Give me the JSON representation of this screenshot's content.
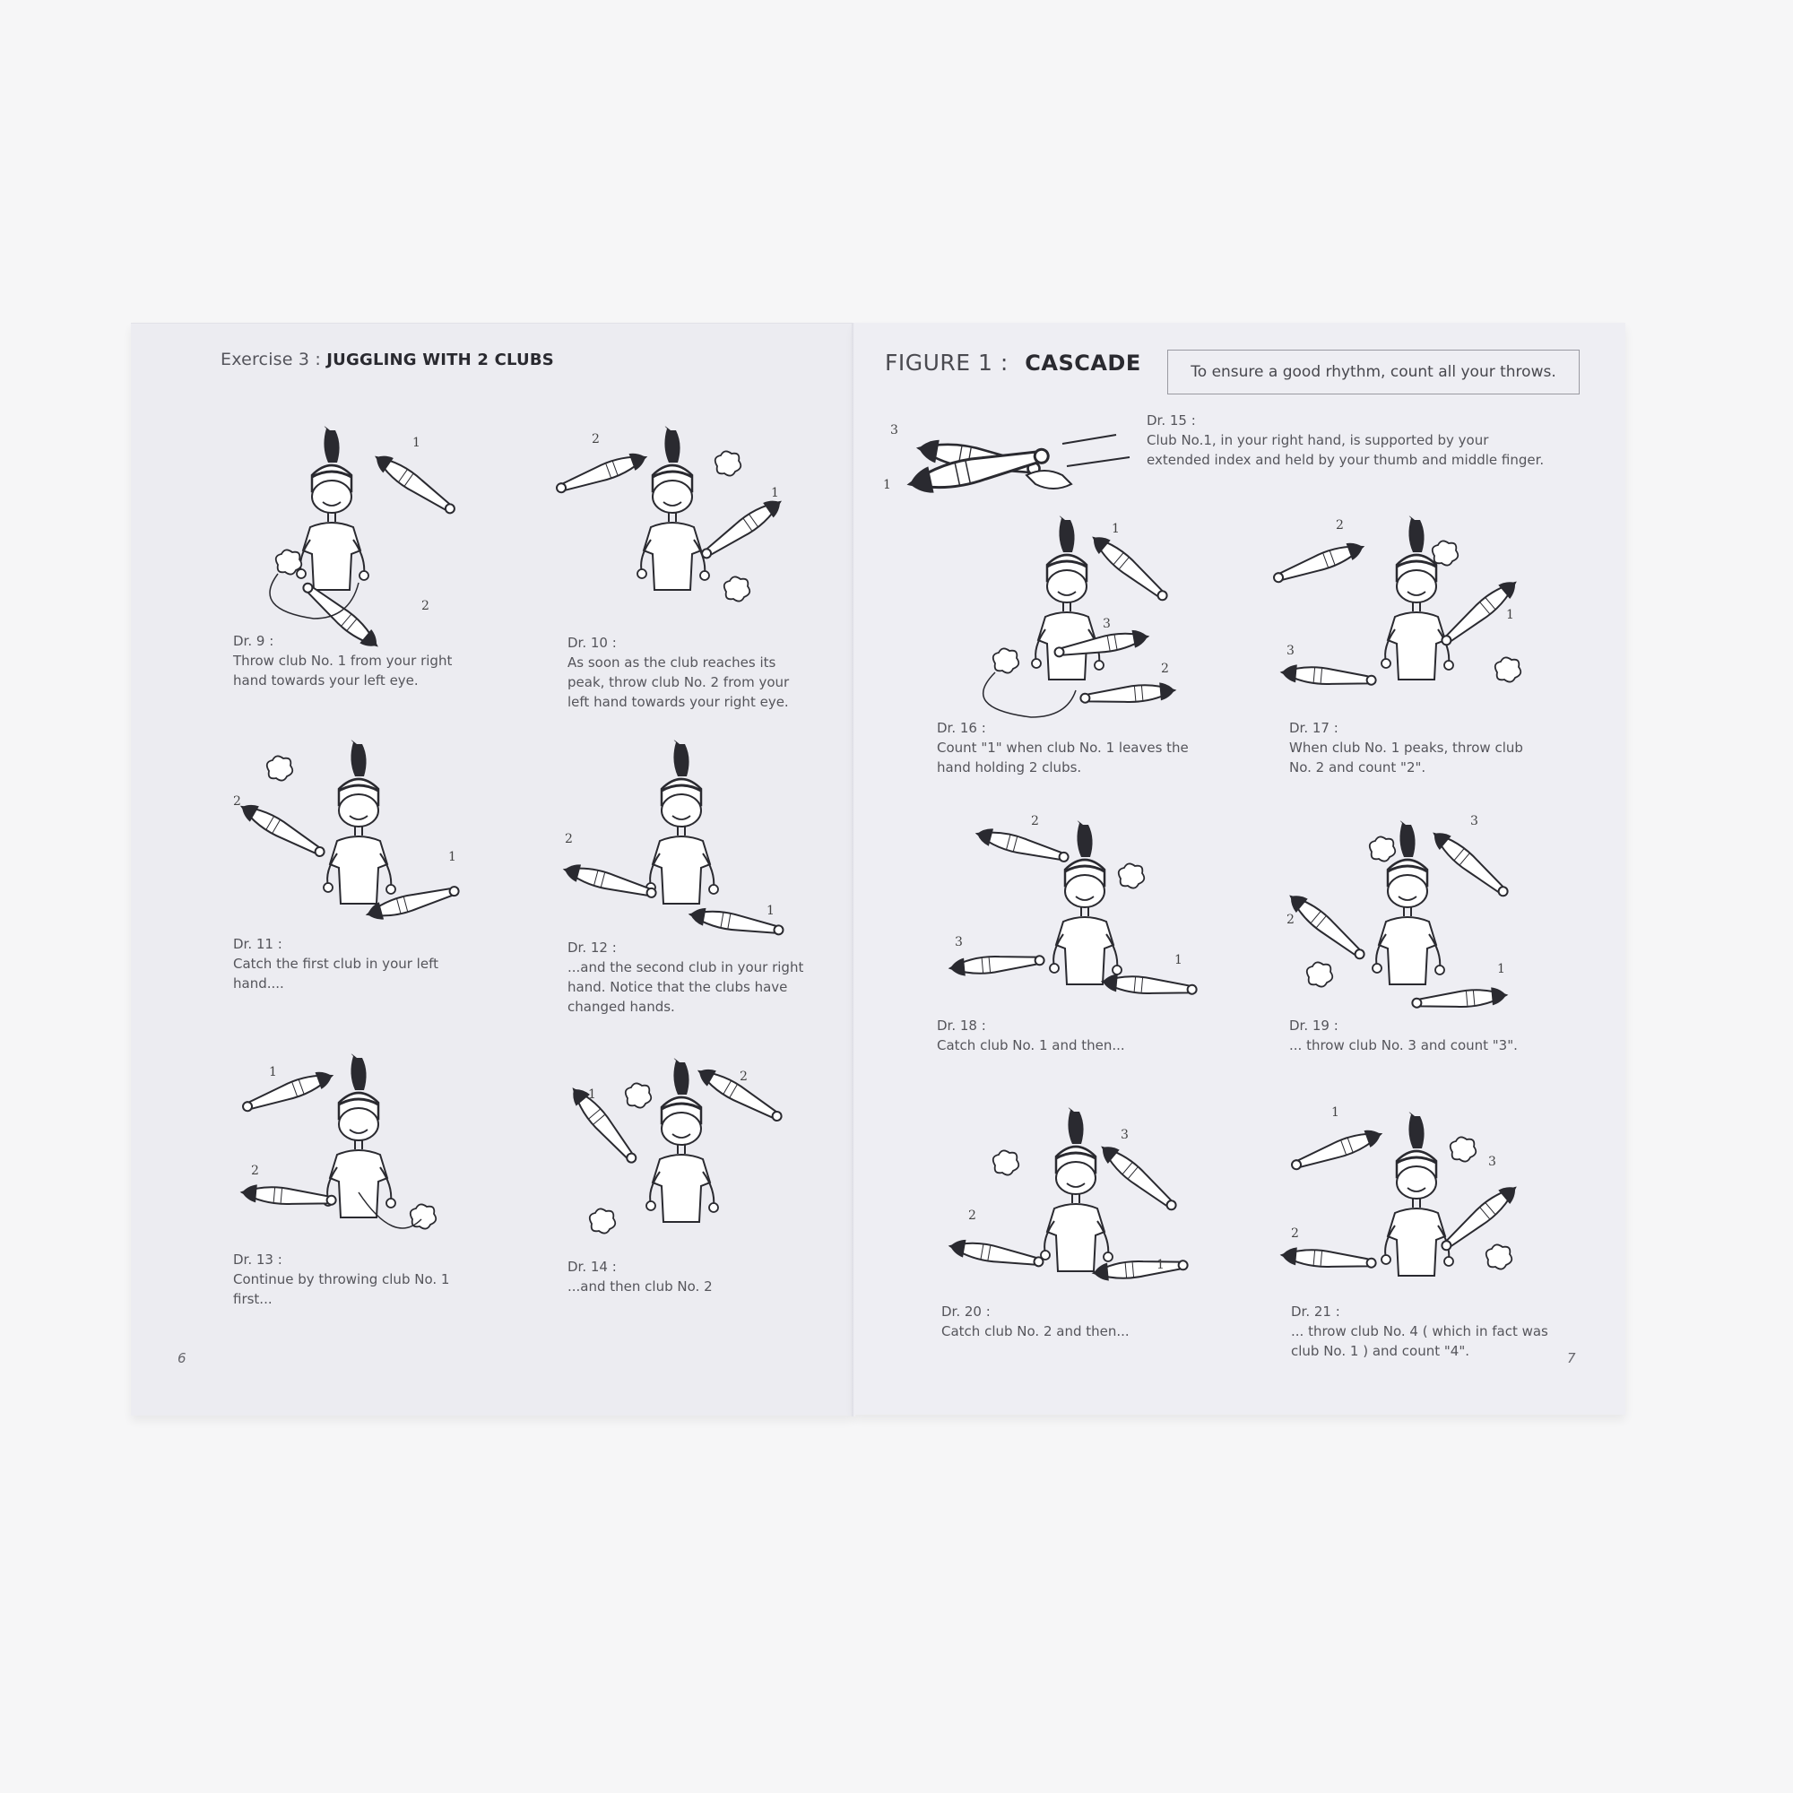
{
  "booklet": {
    "left_page": {
      "heading_prefix": "Exercise 3 :",
      "heading_title": "JUGGLING WITH 2 CLUBS",
      "page_number": "6",
      "drawings": [
        {
          "id": "Dr. 9 :",
          "text": "Throw club No. 1 from your right hand towards your left eye.",
          "labels": [
            "1",
            "2"
          ]
        },
        {
          "id": "Dr. 10 :",
          "text": "As soon as the club reaches its peak, throw club No. 2  from your left hand towards your right eye.",
          "labels": [
            "2",
            "1"
          ]
        },
        {
          "id": "Dr. 11 :",
          "text": "Catch the first club in your left hand....",
          "labels": [
            "2",
            "1"
          ]
        },
        {
          "id": "Dr. 12 :",
          "text": "...and the second club in your right hand. Notice that the clubs have changed hands.",
          "labels": [
            "2",
            "1"
          ]
        },
        {
          "id": "Dr. 13 :",
          "text": "Continue by throwing club No. 1 first...",
          "labels": [
            "1",
            "2"
          ]
        },
        {
          "id": "Dr. 14 :",
          "text": "...and then club No. 2",
          "labels": [
            "1",
            "2"
          ]
        }
      ]
    },
    "right_page": {
      "heading_prefix": "FIGURE 1 :",
      "heading_title": "CASCADE",
      "tip": "To ensure a good rhythm, count all your throws.",
      "page_number": "7",
      "grip": {
        "id": "Dr. 15 :",
        "text": "Club No.1, in your right hand, is supported by your extended index and held by your thumb and middle finger.",
        "labels": [
          "3",
          "1"
        ]
      },
      "drawings": [
        {
          "id": "Dr. 16 :",
          "text": "Count \"1\" when club No. 1 leaves the hand holding 2 clubs.",
          "labels": [
            "1",
            "3",
            "2"
          ]
        },
        {
          "id": "Dr. 17 :",
          "text": "When club No. 1 peaks, throw club No. 2 and count \"2\".",
          "labels": [
            "2",
            "3",
            "1"
          ]
        },
        {
          "id": "Dr. 18 :",
          "text": "Catch club No. 1 and then...",
          "labels": [
            "2",
            "3",
            "1"
          ]
        },
        {
          "id": "Dr. 19 :",
          "text": "... throw club No. 3 and count \"3\".",
          "labels": [
            "3",
            "2",
            "1"
          ]
        },
        {
          "id": "Dr. 20 :",
          "text": "Catch club No. 2 and then...",
          "labels": [
            "3",
            "2",
            "1"
          ]
        },
        {
          "id": "Dr. 21 :",
          "text": "... throw club No. 4 ( which in fact was club No. 1 ) and count \"4\".",
          "labels": [
            "1",
            "3",
            "2"
          ]
        }
      ]
    }
  },
  "colors": {
    "background": "#f6f6f7",
    "page": "#ececf1",
    "ink": "#2a2a30",
    "text": "#55555b"
  }
}
